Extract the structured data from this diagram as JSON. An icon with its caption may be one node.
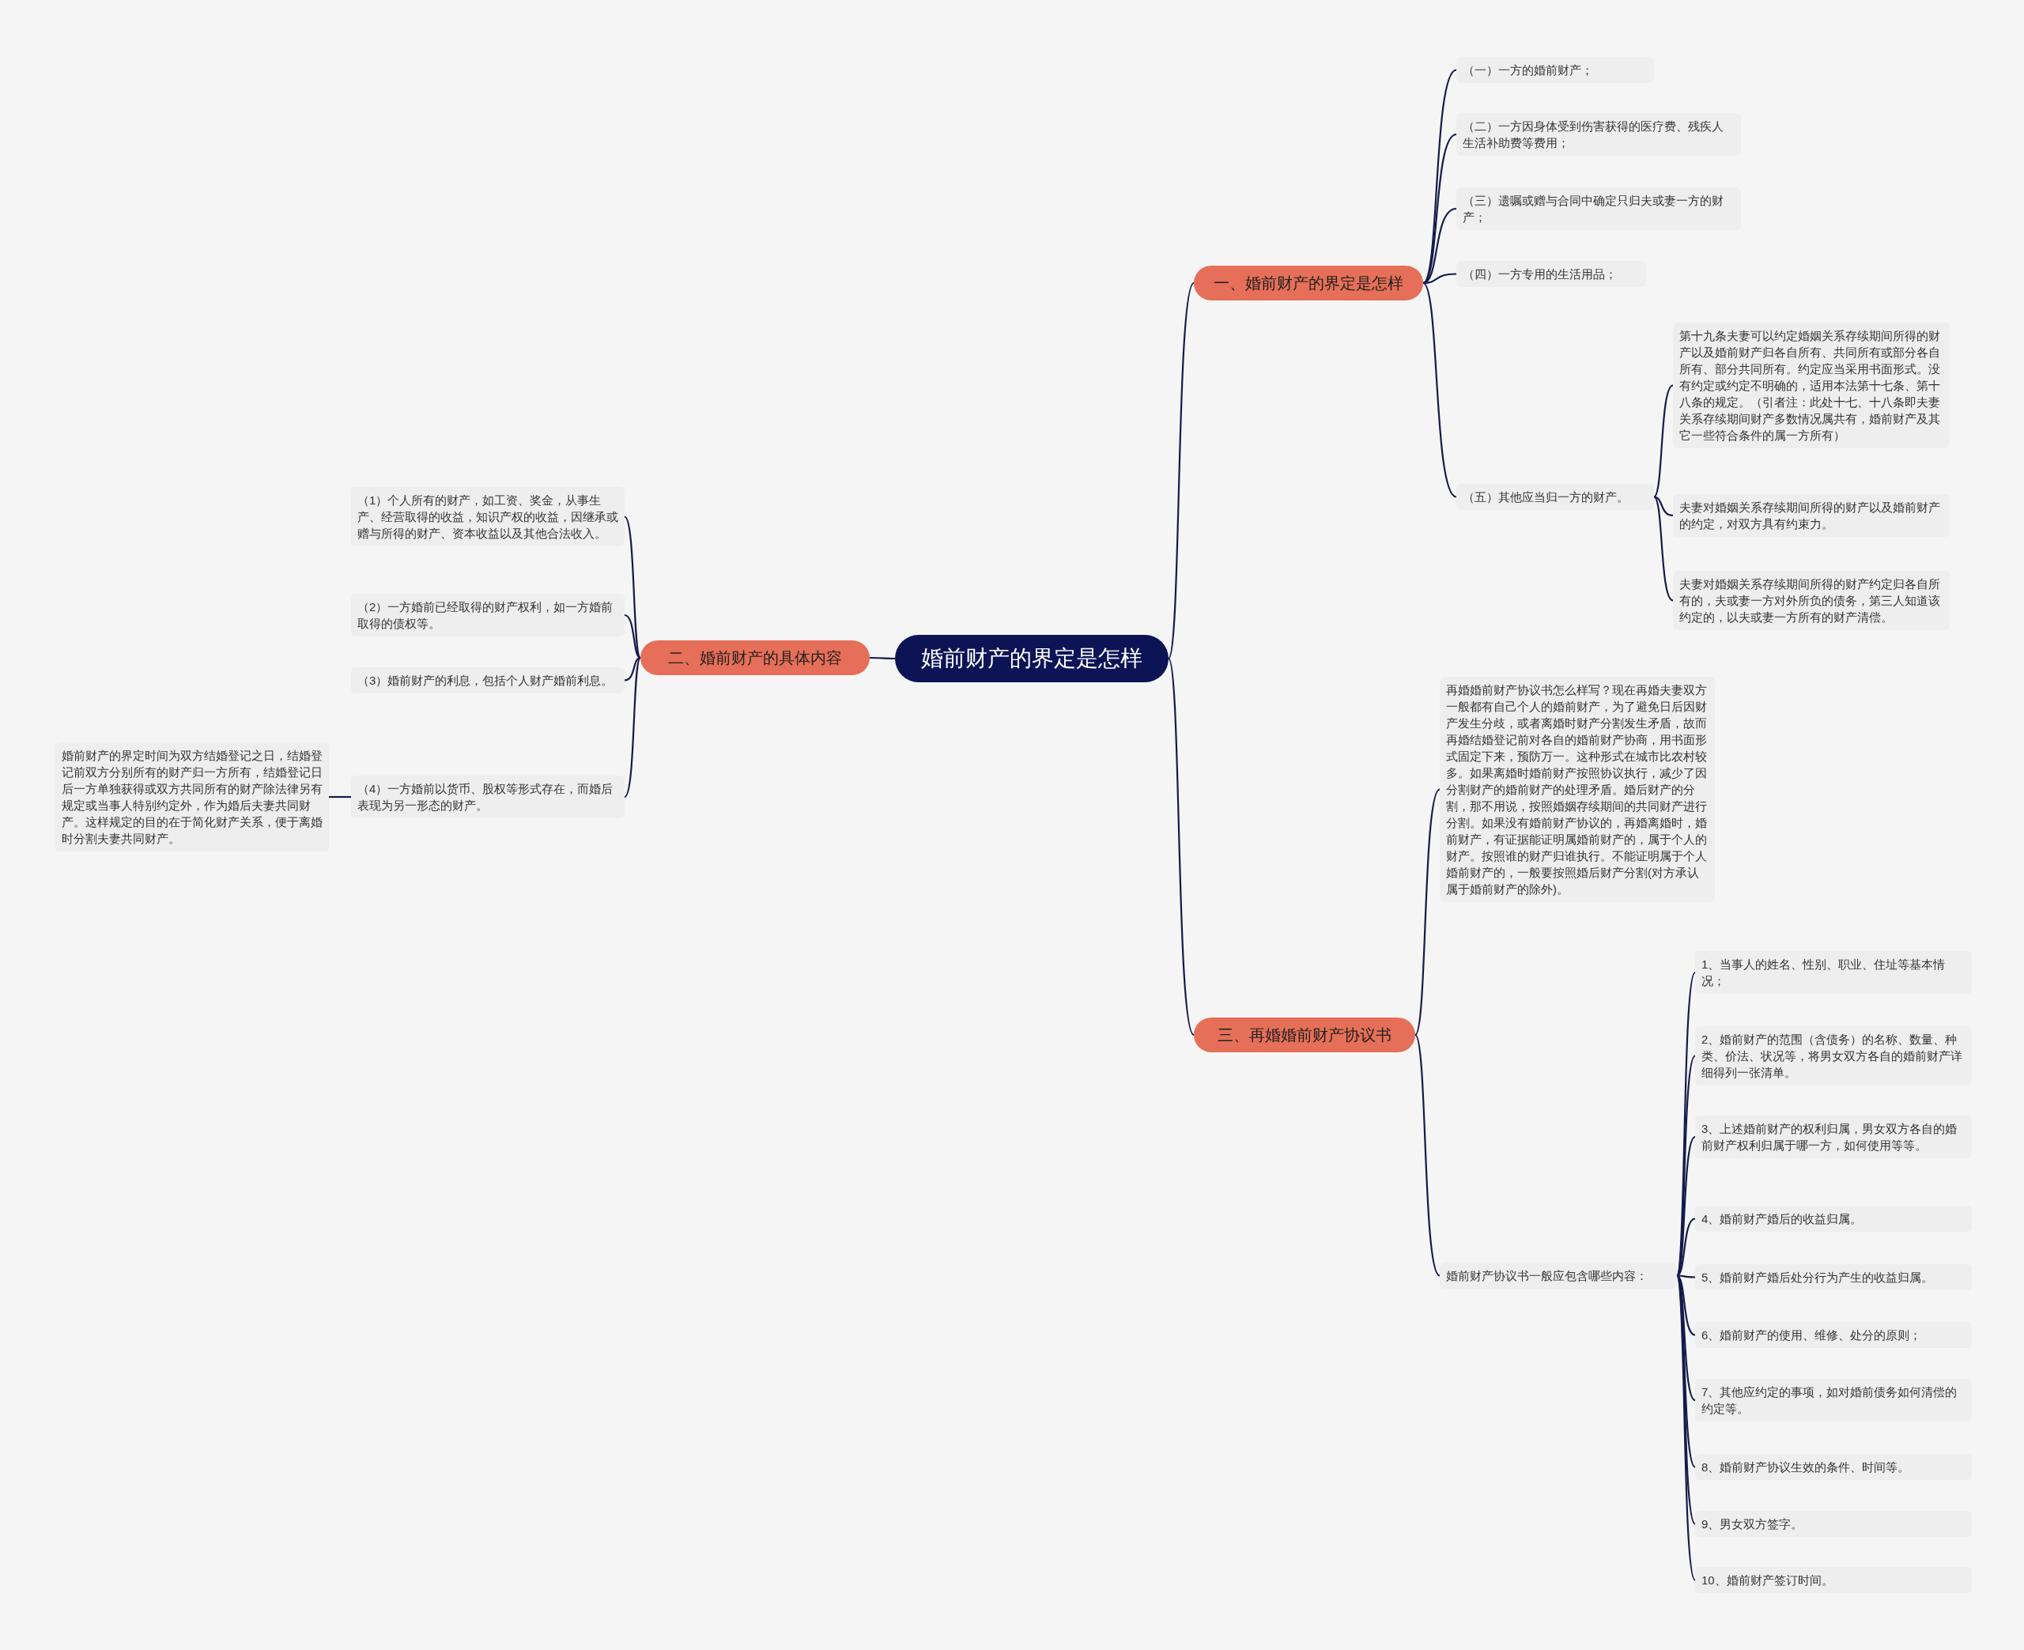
{
  "diagram": {
    "nodes": [
      {
        "text": [
          "婚前财产的界定是怎样"
        ]
      },
      {
        "text": [
          "一、婚前财产的界定是怎样"
        ]
      },
      {
        "text": [
          "（一）一方的婚前财产；"
        ]
      },
      {
        "text": [
          "（二）一方因身体受到伤害获得的医疗费、残疾人生活补助费等费用；"
        ]
      },
      {
        "text": [
          "（三）遗嘱或赠与合同中确定只归夫或妻一方的财产；"
        ]
      },
      {
        "text": [
          "（四）一方专用的生活用品；"
        ]
      },
      {
        "text": [
          "（五）其他应当归一方的财产。"
        ]
      },
      {
        "text": [
          "第十九条夫妻可以约定婚姻关系存续期间所得的财产以及婚前财产归各自所有、共同所有或部分各自所有、部分共同所有。约定应当采用书面形式。没有约定或约定不明确的，适用本法第十七条、第十八条的规定。（引者注：此处十七、十八条即夫妻关系存续期间财产多数情况属共有，婚前财产及其它一些符合条件的属一方所有）"
        ]
      },
      {
        "text": [
          "夫妻对婚姻关系存续期间所得的财产以及婚前财产的约定，对双方具有约束力。"
        ]
      },
      {
        "text": [
          "夫妻对婚姻关系存续期间所得的财产约定归各自所有的，夫或妻一方对外所负的债务，第三人知道该约定的，以夫或妻一方所有的财产清偿。"
        ]
      },
      {
        "text": [
          "二、婚前财产的具体内容"
        ]
      },
      {
        "text": [
          "（1）个人所有的财产，如工资、奖金，从事生产、经营取得的收益，知识产权的收益，因继承或赠与所得的财产、资本收益以及其他合法收入。"
        ]
      },
      {
        "text": [
          "（2）一方婚前已经取得的财产权利，如一方婚前取得的债权等。"
        ]
      },
      {
        "text": [
          "（3）婚前财产的利息，包括个人财产婚前利息。"
        ]
      },
      {
        "text": [
          "（4）一方婚前以货币、股权等形式存在，而婚后表现为另一形态的财产。"
        ]
      },
      {
        "text": [
          "婚前财产的界定时间为双方结婚登记之日，结婚登记前双方分别所有的财产归一方所有，结婚登记日后一方单独获得或双方共同所有的财产除法律另有规定或当事人特别约定外，作为婚后夫妻共同财产。这样规定的目的在于简化财产关系，便于离婚时分割夫妻共同财产。"
        ]
      },
      {
        "text": [
          "三、再婚婚前财产协议书"
        ]
      },
      {
        "text": [
          "再婚婚前财产协议书怎么样写？现在再婚夫妻双方一般都有自己个人的婚前财产，为了避免日后因财产发生分歧，或者离婚时财产分割发生矛盾，故而再婚结婚登记前对各自的婚前财产协商，用书面形式固定下来，预防万一。这种形式在城市比农村较多。如果离婚时婚前财产按照协议执行，减少了因分割财产的婚前财产的处理矛盾。婚后财产的分割，那不用说，按照婚姻存续期间的共同财产进行分割。如果没有婚前财产协议的，再婚离婚时，婚前财产，有证据能证明属婚前财产的，属于个人的财产。按照谁的财产归谁执行。不能证明属于个人婚前财产的，一般要按照婚后财产分割(对方承认属于婚前财产的除外)。"
        ]
      },
      {
        "text": [
          "婚前财产协议书一般应包含哪些内容："
        ]
      },
      {
        "text": [
          "1、当事人的姓名、性别、职业、住址等基本情况；"
        ]
      },
      {
        "text": [
          "2、婚前财产的范围（含债务）的名称、数量、种类、价法、状况等，将男女双方各自的婚前财产详细得列一张清单。"
        ]
      },
      {
        "text": [
          "3、上述婚前财产的权利归属，男女双方各自的婚前财产权利归属于哪一方，如何使用等等。"
        ]
      },
      {
        "text": [
          "4、婚前财产婚后的收益归属。"
        ]
      },
      {
        "text": [
          "5、婚前财产婚后处分行为产生的收益归属。"
        ]
      },
      {
        "text": [
          "6、婚前财产的使用、维修、处分的原则；"
        ]
      },
      {
        "text": [
          "7、其他应约定的事项，如对婚前债务如何清偿的约定等。"
        ]
      },
      {
        "text": [
          "8、婚前财产协议生效的条件、时间等。"
        ]
      },
      {
        "text": [
          "9、男女双方签字。"
        ]
      },
      {
        "text": [
          "10、婚前财产签订时间。"
        ]
      }
    ],
    "edges": [
      {
        "from": 0,
        "to": 1,
        "arrow": "none"
      },
      {
        "from": 0,
        "to": 10,
        "arrow": "none"
      },
      {
        "from": 0,
        "to": 16,
        "arrow": "none"
      },
      {
        "from": 1,
        "to": 2,
        "arrow": "none"
      },
      {
        "from": 1,
        "to": 3,
        "arrow": "none"
      },
      {
        "from": 1,
        "to": 4,
        "arrow": "none"
      },
      {
        "from": 1,
        "to": 5,
        "arrow": "none"
      },
      {
        "from": 1,
        "to": 6,
        "arrow": "none"
      },
      {
        "from": 6,
        "to": 7,
        "arrow": "none"
      },
      {
        "from": 6,
        "to": 8,
        "arrow": "none"
      },
      {
        "from": 6,
        "to": 9,
        "arrow": "none"
      },
      {
        "from": 10,
        "to": 11,
        "arrow": "none"
      },
      {
        "from": 10,
        "to": 12,
        "arrow": "none"
      },
      {
        "from": 10,
        "to": 13,
        "arrow": "none"
      },
      {
        "from": 10,
        "to": 14,
        "arrow": "none"
      },
      {
        "from": 14,
        "to": 15,
        "arrow": "none"
      },
      {
        "from": 16,
        "to": 17,
        "arrow": "none"
      },
      {
        "from": 16,
        "to": 18,
        "arrow": "none"
      },
      {
        "from": 18,
        "to": 19,
        "arrow": "none"
      },
      {
        "from": 18,
        "to": 20,
        "arrow": "none"
      },
      {
        "from": 18,
        "to": 21,
        "arrow": "none"
      },
      {
        "from": 18,
        "to": 22,
        "arrow": "none"
      },
      {
        "from": 18,
        "to": 23,
        "arrow": "none"
      },
      {
        "from": 18,
        "to": 24,
        "arrow": "none"
      },
      {
        "from": 18,
        "to": 25,
        "arrow": "none"
      },
      {
        "from": 18,
        "to": 26,
        "arrow": "none"
      },
      {
        "from": 18,
        "to": 27,
        "arrow": "none"
      },
      {
        "from": 18,
        "to": 28,
        "arrow": "none"
      }
    ]
  }
}
